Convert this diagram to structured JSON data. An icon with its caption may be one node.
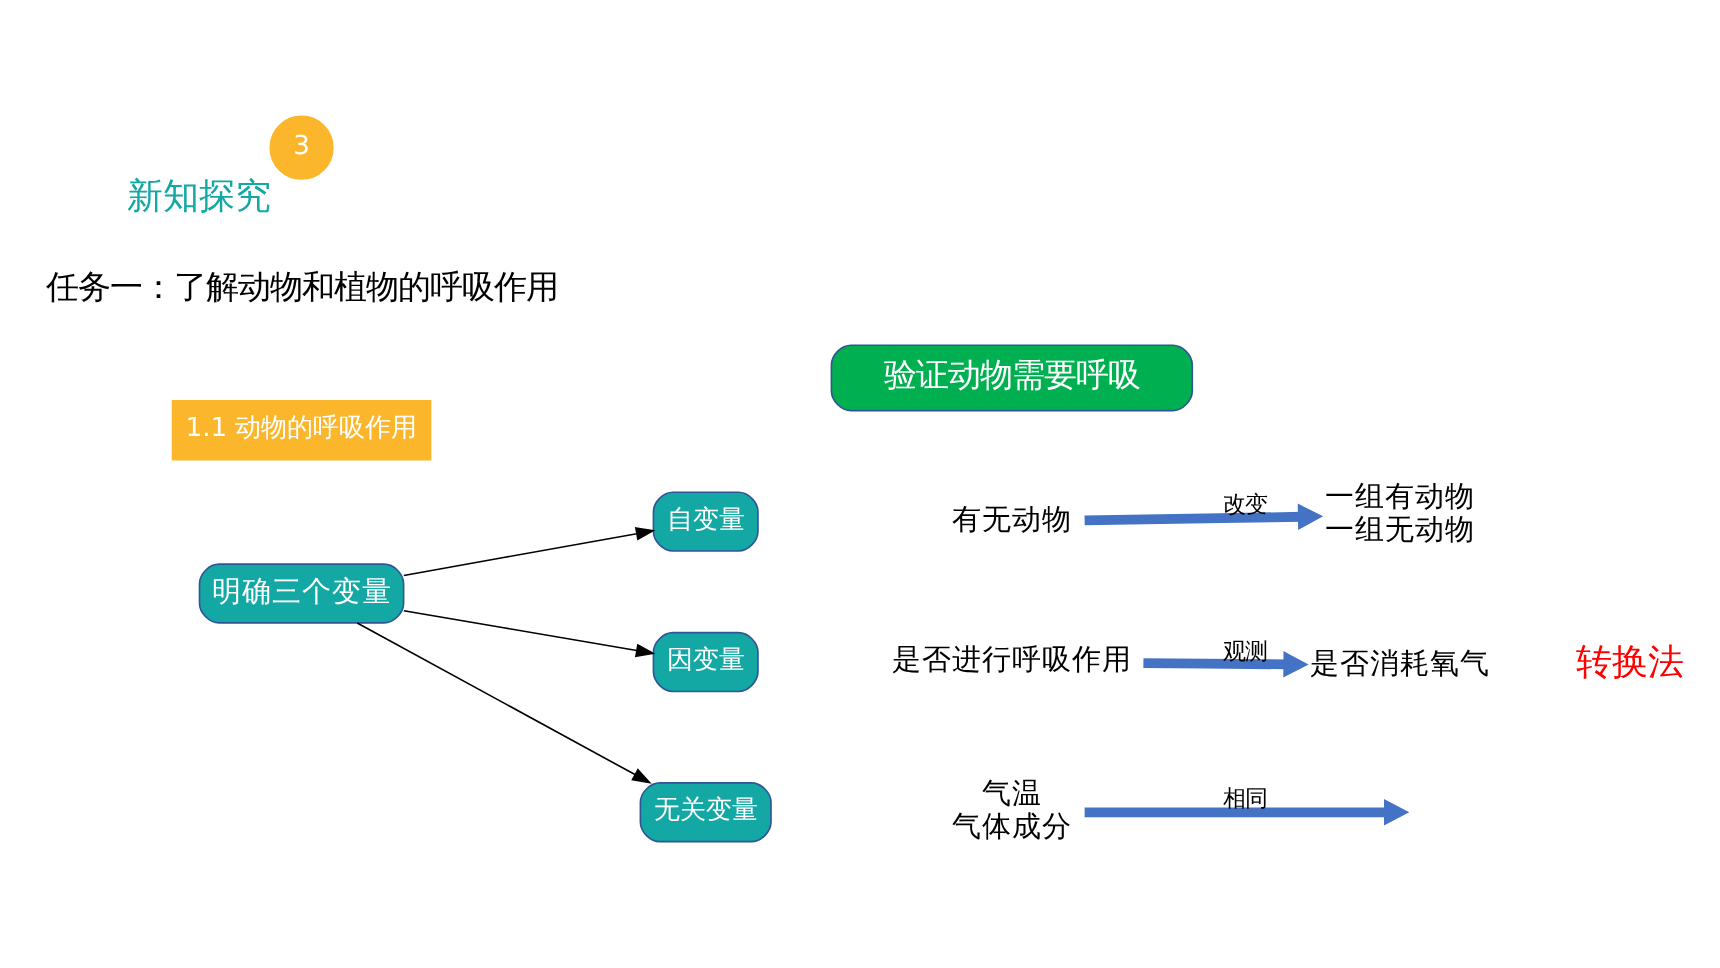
{
  "diagram": {
    "nodes": [
      {
        "text": [
          "3"
        ],
        "beside": [
          "新知探究"
        ]
      },
      {
        "text": [
          "1.1 动物的呼吸作用"
        ]
      },
      {
        "text": [
          "验证动物需要呼吸"
        ]
      },
      {
        "text": [
          "明确三个变量"
        ]
      },
      {
        "text": [
          "自变量"
        ]
      },
      {
        "text": [
          "因变量"
        ]
      },
      {
        "text": [
          "无关变量"
        ]
      },
      {
        "text": [
          "有无动物"
        ]
      },
      {
        "text": [
          "一组有动物",
          "一组无动物"
        ]
      },
      {
        "text": [
          "是否进行呼吸作用"
        ]
      },
      {
        "text": [
          "是否消耗氧气"
        ]
      },
      {
        "text": [
          "气温",
          "气体成分"
        ]
      }
    ],
    "edges": [
      {
        "from": 3,
        "to": 4,
        "arrow": "to"
      },
      {
        "from": 3,
        "to": 5,
        "arrow": "to"
      },
      {
        "from": 3,
        "to": 6,
        "arrow": "to"
      },
      {
        "from": 7,
        "to": 8,
        "arrow": "to",
        "label": "改变",
        "style": "thick",
        "color": "#4472c4"
      },
      {
        "from": 9,
        "to": 10,
        "arrow": "to",
        "label": "观测",
        "style": "thick",
        "color": "#4472c4"
      },
      {
        "from": 11,
        "to": null,
        "arrow": "to",
        "label": "相同",
        "style": "thick",
        "color": "#4472c4"
      }
    ],
    "labels": [
      "任务一：了解动物和植物的呼吸作用",
      "转换法"
    ]
  }
}
